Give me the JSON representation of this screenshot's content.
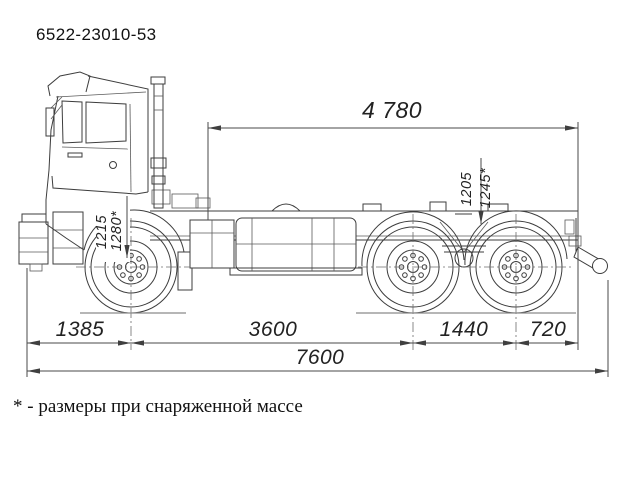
{
  "title": "6522-23010-53",
  "footnote": "* - размеры при снаряженной массе",
  "dims": {
    "top_span": "4 780",
    "front_overhang": "1385",
    "axle1_to_bogie": "3600",
    "bogie_base": "1440",
    "rear_overhang": "720",
    "overall_length": "7600",
    "frame_height_rear_laden": "1205",
    "frame_height_rear_curb": "1245*",
    "frame_height_front_laden": "1215",
    "frame_height_front_curb": "1280*"
  },
  "colors": {
    "line": "#3d3d3d",
    "dimension": "#4a4a4a",
    "background": "#ffffff"
  }
}
